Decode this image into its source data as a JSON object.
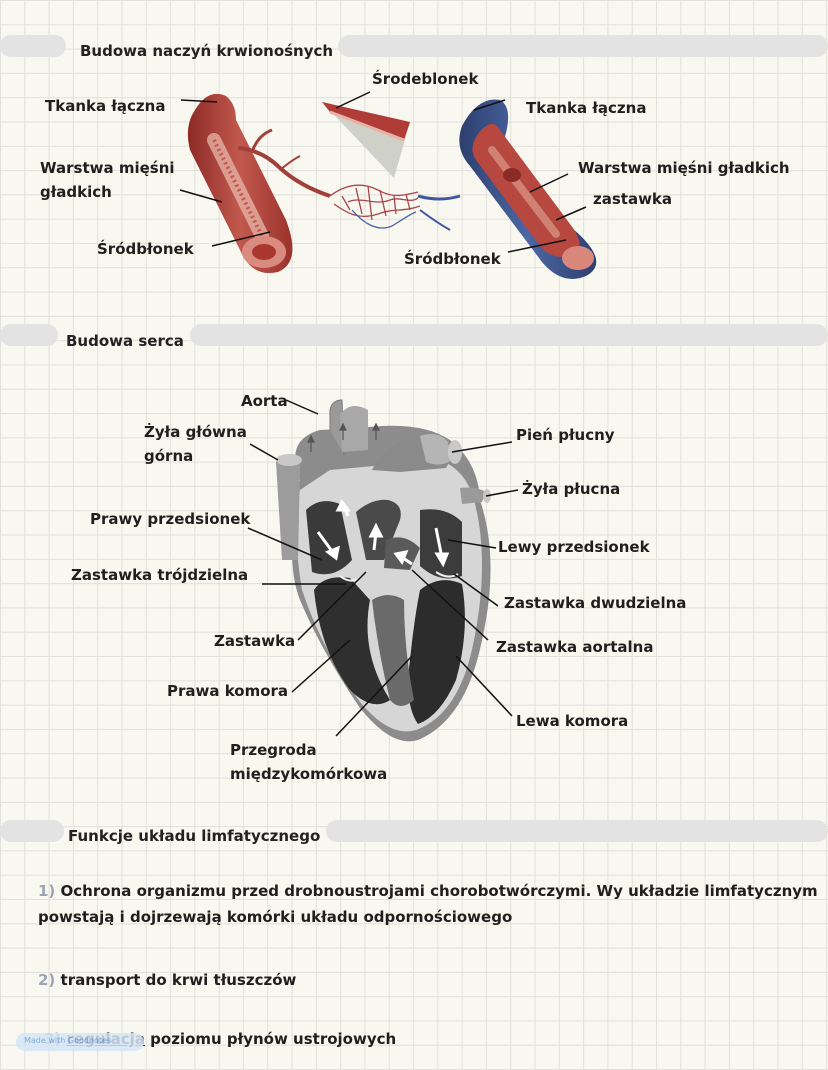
{
  "section1": {
    "title": "Budowa naczyń krwionośnych",
    "labels": {
      "tkanka_left": "Tkanka łączna",
      "warstwa_left_1": "Warstwa mięśni",
      "warstwa_left_2": "gładkich",
      "srodblonek_left": "Śródbłonek",
      "srodeblonek_top": "Środeblonek",
      "tkanka_right": "Tkanka łączna",
      "warstwa_right": "Warstwa mięśni gładkich",
      "zastawka": "zastawka",
      "srodblonek_right": "Śródbłonek"
    }
  },
  "section2": {
    "title": "Budowa serca",
    "labels": {
      "aorta": "Aorta",
      "zyla_glowna_1": "Żyła główna",
      "zyla_glowna_2": "górna",
      "pien_plucny": "Pień płucny",
      "zyla_plucna": "Żyła płucna",
      "prawy_przedsionek": "Prawy przedsionek",
      "lewy_przedsionek": "Lewy przedsionek",
      "zastawka_trojdzielna": "Zastawka trójdzielna",
      "zastawka_dwudzielna": "Zastawka dwudzielna",
      "zastawka": "Zastawka",
      "zastawka_aortalna": "Zastawka aortalna",
      "prawa_komora": "Prawa komora",
      "lewa_komora": "Lewa komora",
      "przegroda_1": "Przegroda",
      "przegroda_2": "międzykomórkowa"
    }
  },
  "section3": {
    "title": "Funkcje układu limfatycznego",
    "items": [
      {
        "num": "1)",
        "text": "Ochrona organizmu przed drobnoustrojami chorobotwórczymi. Wy układzie limfatycznym powstają i dojrzewają komórki układu odpornościowego"
      },
      {
        "num": "2)",
        "text": "transport do krwi tłuszczów"
      },
      {
        "num": "3)",
        "word": "regulacja",
        "text": " poziomu płynów ustrojowych"
      }
    ]
  },
  "watermark": "Made with Goodnotes"
}
